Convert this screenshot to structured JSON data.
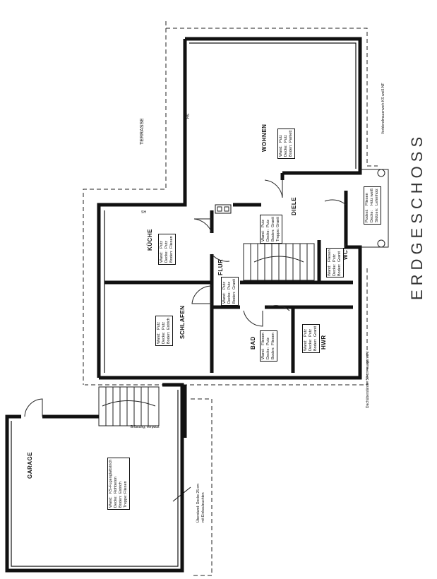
{
  "title": "ERDGESCHOSS",
  "rooms": {
    "wohnen": {
      "name": "WOHNEN",
      "specs": [
        [
          "Wand:",
          "Putz"
        ],
        [
          "Decke:",
          "Putz"
        ],
        [
          "Boden:",
          "Parkett"
        ]
      ]
    },
    "diele": {
      "name": "DIELE",
      "specs": [
        [
          "Wand:",
          "Putz"
        ],
        [
          "Decke:",
          "Putz"
        ],
        [
          "Boden:",
          "Granit"
        ],
        [
          "Treppe:",
          "Granit"
        ]
      ]
    },
    "kueche": {
      "name": "KÜCHE",
      "specs": [
        [
          "Wand:",
          "Putz"
        ],
        [
          "Decke:",
          "Putz"
        ],
        [
          "Boden:",
          "Fliesen"
        ]
      ]
    },
    "flur": {
      "name": "FLUR",
      "specs": [
        [
          "Wand:",
          "Putz"
        ],
        [
          "Decke:",
          "Putz"
        ],
        [
          "Boden:",
          "Granit"
        ]
      ]
    },
    "schlafen": {
      "name": "SCHLAFEN",
      "specs": [
        [
          "Wand:",
          "Putz"
        ],
        [
          "Decke:",
          "Putz"
        ],
        [
          "Boden:",
          "Estrich"
        ]
      ]
    },
    "bad": {
      "name": "BAD",
      "specs": [
        [
          "Wand:",
          "Fliesen"
        ],
        [
          "Decke:",
          "Putz"
        ],
        [
          "Boden:",
          "Fliesen"
        ]
      ]
    },
    "hwr": {
      "name": "HWR",
      "specs": [
        [
          "Wand:",
          "Putz"
        ],
        [
          "Decke:",
          "Putz"
        ],
        [
          "Boden:",
          "Granit"
        ]
      ]
    },
    "wc": {
      "name": "WC",
      "specs": [
        [
          "Wand:",
          "Fliesen"
        ],
        [
          "Decke:",
          "Putz"
        ],
        [
          "Boden:",
          "Granit"
        ]
      ]
    },
    "garage": {
      "name": "GARAGE",
      "specs": [
        [
          "Wand:",
          "KS-Fugenglattstrich"
        ],
        [
          "Decke:",
          "Rohbeton"
        ],
        [
          "Boden:",
          "Estrich"
        ],
        [
          "Treppe:",
          "Fliesen"
        ]
      ]
    },
    "podest": {
      "specs": [
        [
          "Podest:",
          "Fliesen"
        ],
        [
          "Decke:",
          "Holz weiß"
        ],
        [
          "Stützen:",
          "Lehmholz"
        ]
      ]
    }
  },
  "labels": {
    "terrasse": "TERRASSE",
    "verblender": "Verblendmauerwerk KS weiß NF",
    "dachsbanstaende": "Dachüberstände: 50 cm waagerecht",
    "ueberstand": "Überstand: Decke 25 cm",
    "ueberstand2": "mit Einbauleuchten",
    "brustung": "Brüstung, verputzt",
    "hs1": "HS",
    "sh1": "SH"
  }
}
